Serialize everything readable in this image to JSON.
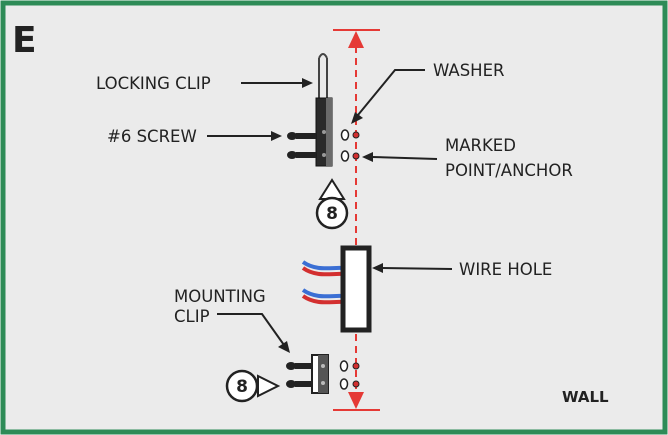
{
  "step_letter": "E",
  "labels": {
    "locking_clip": "LOCKING CLIP",
    "screw": "#6 SCREW",
    "washer": "WASHER",
    "marked_point_line1": "MARKED",
    "marked_point_line2": "POINT/ANCHOR",
    "wire_hole": "WIRE HOLE",
    "mounting_clip_line1": "MOUNTING",
    "mounting_clip_line2": "CLIP",
    "wall": "WALL"
  },
  "callouts": {
    "upper_step_number": "8",
    "lower_step_number": "8"
  },
  "colors": {
    "frame_border": "#2e8b57",
    "background": "#ebebeb",
    "guide_line": "#e53935",
    "wire_blue": "#3b6fd4",
    "wire_red": "#d32f2f",
    "ink": "#222222"
  }
}
